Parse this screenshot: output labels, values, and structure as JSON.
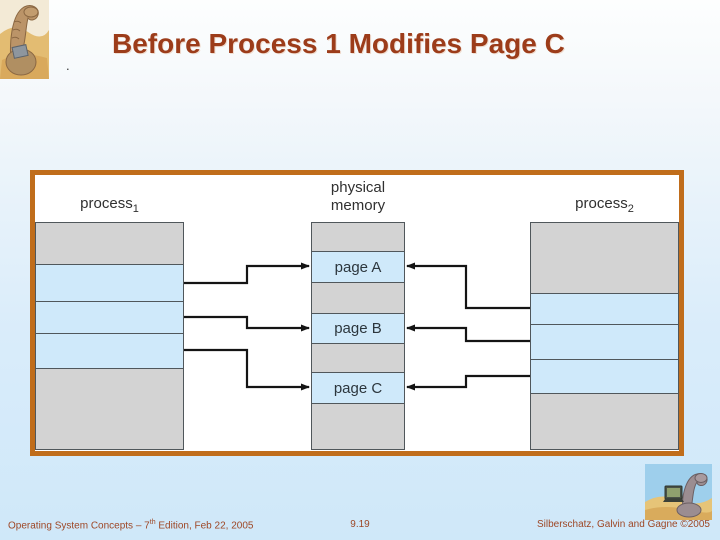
{
  "slide": {
    "title": "Before Process 1 Modifies Page C",
    "stray_dot": ".",
    "footer": {
      "course_pre": "Operating System Concepts – 7",
      "course_sup": "th",
      "course_post": " Edition, Feb 22, 2005",
      "page_number": "9.19",
      "credits": "Silberschatz, Galvin and Gagne ©2005"
    },
    "colors": {
      "title_text": "#9c3c1a",
      "footer_text": "#9e4726",
      "background_bottom": "#cfe8f9"
    }
  },
  "diagram": {
    "frame_color": "#c06d1b",
    "colors": {
      "cell_gray": "#d3d3d3",
      "cell_blue": "#cfe9fa",
      "cell_border": "#50575b",
      "arrow": "#141414"
    },
    "process1": {
      "label": "process",
      "sub": "1",
      "segments": [
        "gray",
        "blue",
        "blue",
        "blue",
        "gray"
      ]
    },
    "physical_memory": {
      "label_line1": "physical",
      "label_line2": "memory",
      "pages": [
        "page A",
        "page B",
        "page C"
      ],
      "segments": [
        "gray",
        "blue page A",
        "gray",
        "blue page B",
        "gray",
        "blue page C",
        "gray"
      ]
    },
    "process2": {
      "label": "process",
      "sub": "2",
      "segments": [
        "gray",
        "blue",
        "blue",
        "blue",
        "gray"
      ]
    },
    "arrows": [
      {
        "from": "process1 row 1",
        "to": "page A"
      },
      {
        "from": "process1 row 2",
        "to": "page B"
      },
      {
        "from": "process1 row 3",
        "to": "page C"
      },
      {
        "from": "process2 row 1",
        "to": "page A"
      },
      {
        "from": "process2 row 2",
        "to": "page B"
      },
      {
        "from": "process2 row 3",
        "to": "page C"
      }
    ]
  }
}
